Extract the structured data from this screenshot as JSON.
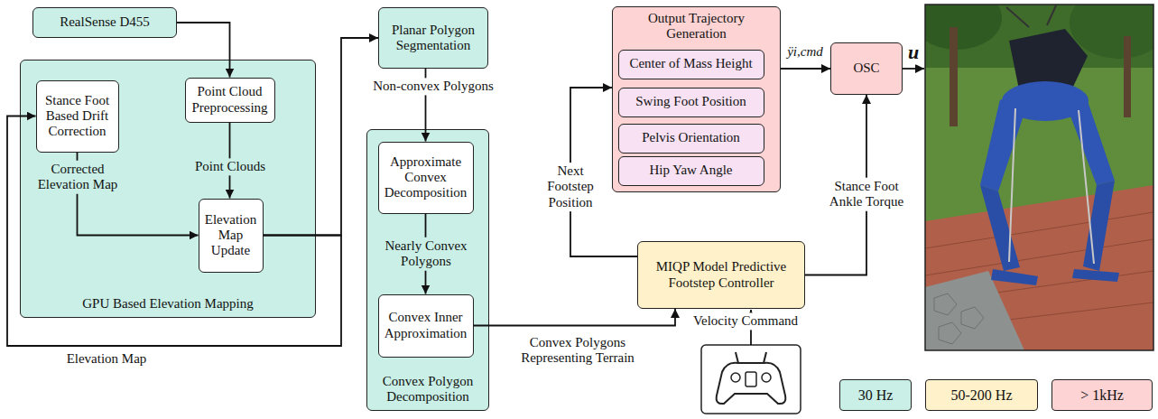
{
  "diagram": {
    "nodes": [
      {
        "text": [
          "RealSense D455"
        ]
      },
      {
        "text": [
          "GPU Based Elevation Mapping"
        ]
      },
      {
        "text": [
          "Stance Foot Based Drift Correction"
        ],
        "in": 1
      },
      {
        "text": [
          "Point Cloud Preprocessing"
        ],
        "in": 1
      },
      {
        "text": [
          "Elevation Map Update"
        ],
        "in": 1
      },
      {
        "text": [
          "Planar Polygon Segmentation"
        ]
      },
      {
        "text": [
          "Convex Polygon Decomposition"
        ]
      },
      {
        "text": [
          "Approximate Convex Decomposition"
        ],
        "in": 6
      },
      {
        "text": [
          "Convex Inner Approximation"
        ],
        "in": 6
      },
      {
        "text": [
          "Output Trajectory Generation"
        ]
      },
      {
        "text": [
          "Center of Mass Height"
        ],
        "in": 9
      },
      {
        "text": [
          "Swing Foot Position"
        ],
        "in": 9
      },
      {
        "text": [
          "Pelvis Orientation"
        ],
        "in": 9
      },
      {
        "text": [
          "Hip Yaw Angle"
        ],
        "in": 9
      },
      {
        "text": [
          "OSC"
        ]
      },
      {
        "text": [
          "MIQP Model Predictive Footstep Controller"
        ]
      }
    ],
    "edges": [
      {
        "from": 0,
        "to": 3,
        "arrow": "to"
      },
      {
        "from": 3,
        "to": 4,
        "label": "Point Clouds",
        "arrow": "to"
      },
      {
        "from": 2,
        "to": 4,
        "label": "Corrected Elevation Map",
        "arrow": "to"
      },
      {
        "from": 4,
        "to": 5,
        "arrow": "to"
      },
      {
        "from": 4,
        "to": 2,
        "label": "Elevation Map",
        "arrow": "to"
      },
      {
        "from": 5,
        "to": 7,
        "label": "Non-convex Polygons",
        "arrow": "to"
      },
      {
        "from": 7,
        "to": 8,
        "label": "Nearly Convex Polygons",
        "arrow": "to"
      },
      {
        "from": 8,
        "to": 15,
        "label": "Convex Polygons Representing Terrain",
        "arrow": "to"
      },
      {
        "from": 15,
        "to": 9,
        "label": "Next Footstep Position",
        "arrow": "to"
      },
      {
        "from": 9,
        "to": 14,
        "label": "ÿi,cmd",
        "arrow": "to"
      },
      {
        "from": 15,
        "to": 14,
        "label": "Stance Foot Ankle Torque",
        "arrow": "to"
      }
    ],
    "labels": [
      "Velocity Command",
      "u"
    ],
    "legend": [
      {
        "text": "30 Hz",
        "color": "#c9efe6"
      },
      {
        "text": "50-200 Hz",
        "color": "#fff1c9"
      },
      {
        "text": "> 1kHz",
        "color": "#fdd3d3"
      }
    ]
  }
}
